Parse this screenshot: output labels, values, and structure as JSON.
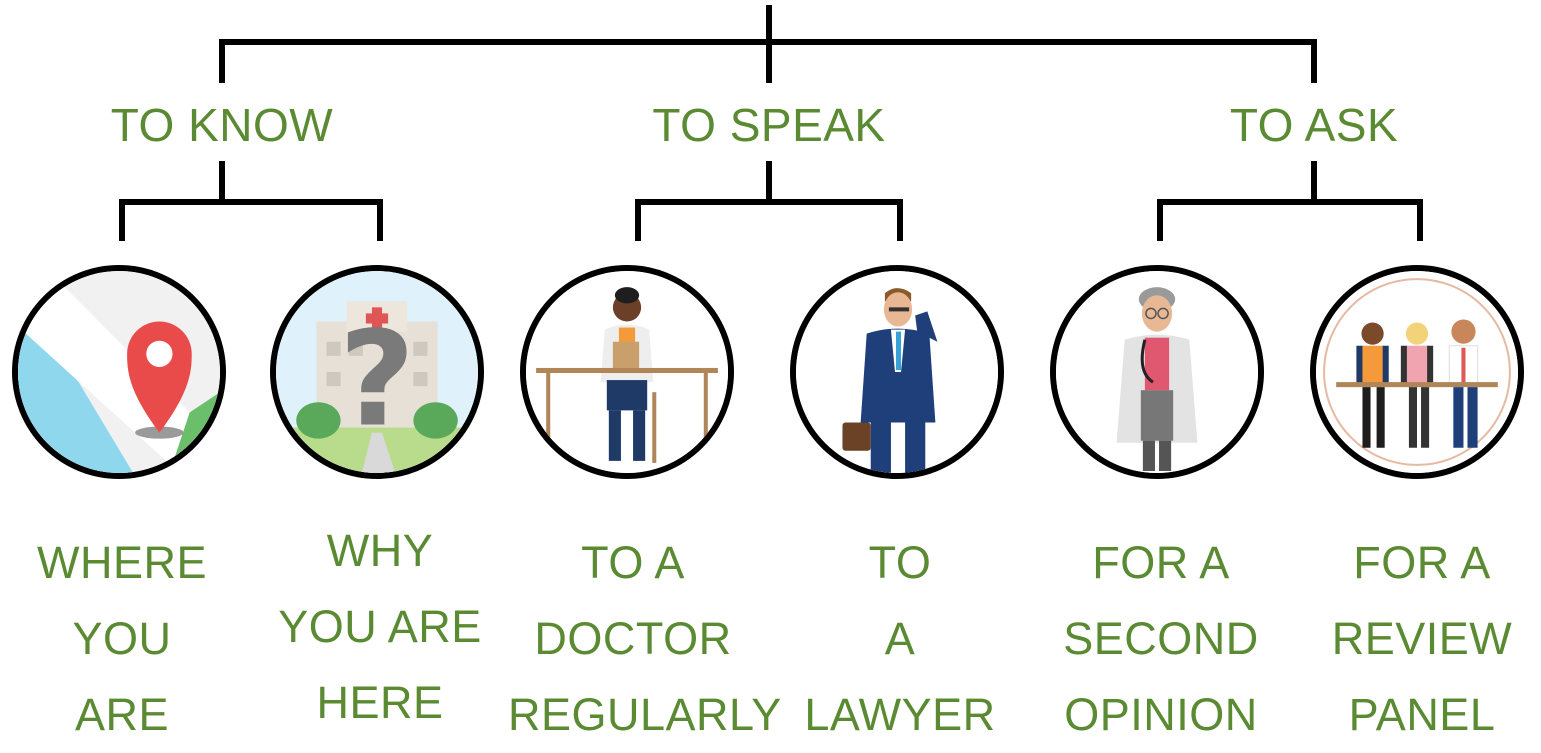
{
  "groups": [
    {
      "label": "TO KNOW"
    },
    {
      "label": "TO SPEAK"
    },
    {
      "label": "TO ASK"
    }
  ],
  "leaves": [
    {
      "lines": [
        "WHERE",
        "YOU",
        "ARE"
      ],
      "icon": "map-pin-icon"
    },
    {
      "lines": [
        "WHY",
        "YOU ARE",
        "HERE"
      ],
      "icon": "hospital-question-icon"
    },
    {
      "lines": [
        "TO A",
        "DOCTOR",
        "REGULARLY"
      ],
      "icon": "doctor-at-desk-icon"
    },
    {
      "lines": [
        "TO",
        "A",
        "LAWYER"
      ],
      "icon": "lawyer-on-phone-icon"
    },
    {
      "lines": [
        "FOR A",
        "SECOND",
        "OPINION"
      ],
      "icon": "senior-doctor-icon"
    },
    {
      "lines": [
        "FOR A",
        "REVIEW",
        "PANEL"
      ],
      "icon": "review-panel-icon"
    }
  ],
  "colors": {
    "label": "#5a8a32",
    "connector": "#000000"
  }
}
